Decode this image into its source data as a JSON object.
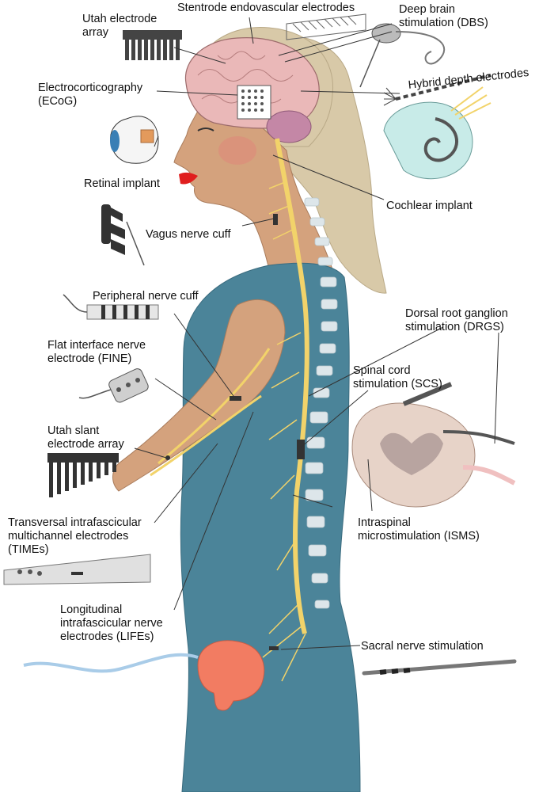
{
  "labels": {
    "utah_array": "Utah electrode\narray",
    "stentrode": "Stentrode endovascular electrodes",
    "dbs": "Deep brain\nstimulation (DBS)",
    "hybrid": "Hybrid depth electrodes",
    "ecog": "Electrocorticography\n(ECoG)",
    "retinal": "Retinal implant",
    "cochlear": "Cochlear implant",
    "vagus": "Vagus nerve cuff",
    "peripheral": "Peripheral nerve cuff",
    "drgs": "Dorsal root ganglion\nstimulation (DRGS)",
    "fine": "Flat interface nerve\nelectrode (FINE)",
    "scs": "Spinal cord\nstimulation (SCS)",
    "utah_slant": "Utah slant\nelectrode array",
    "isms": "Intraspinal\nmicrostimulation (ISMS)",
    "times": "Transversal intrafascicular\nmultichannel electrodes\n(TIMEs)",
    "lifes": "Longitudinal\nintrafascicular nerve\nelectrodes (LIFEs)",
    "sacral": "Sacral nerve stimulation"
  },
  "colors": {
    "dress": "#4b8499",
    "skin": "#d4a27d",
    "hair": "#d8c9a8",
    "brain": "#eab8b8",
    "cerebellum": "#c487a6",
    "nerve": "#f2d36a",
    "vertebra": "#dde6ea",
    "bladder": "#f27c62",
    "lips": "#e01e1e",
    "device": "#444444"
  }
}
